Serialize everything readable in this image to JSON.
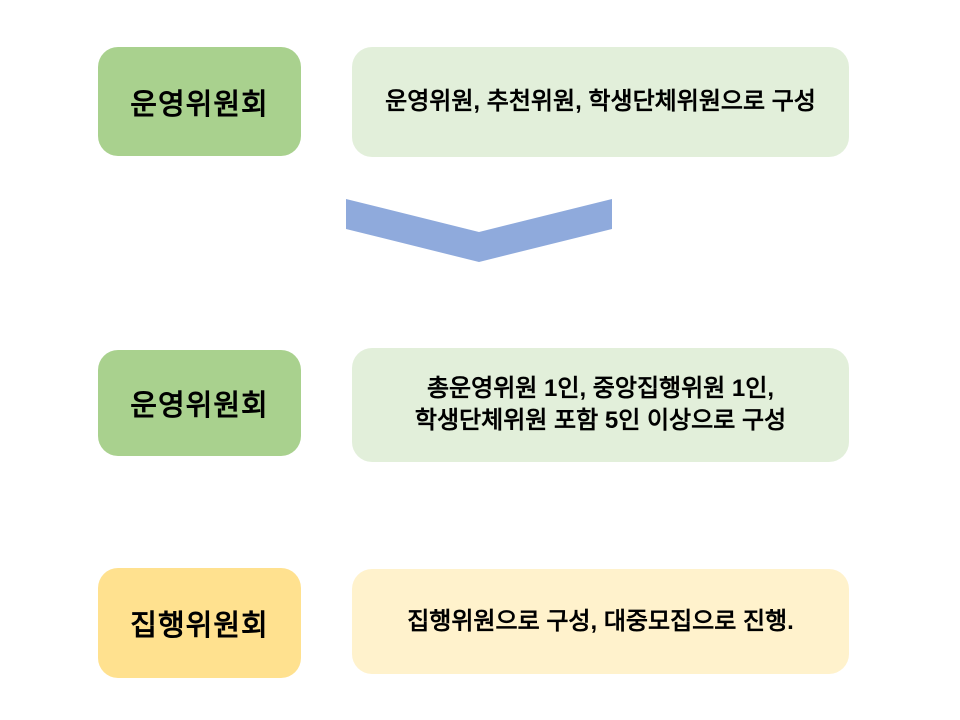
{
  "slide": {
    "background": "#ffffff",
    "text_color": "#000000"
  },
  "connector": {
    "icon": "chevron-down-icon",
    "color": "#8faadc"
  },
  "rows": [
    {
      "label": "운영위원회",
      "label_bg": "#a9d18e",
      "desc_bg": "#e2efda",
      "description": "운영위원, 추천위원, 학생단체위원으로 구성"
    },
    {
      "label": "운영위원회",
      "label_bg": "#a9d18e",
      "desc_bg": "#e2efda",
      "description": "총운영위원 1인, 중앙집행위원 1인,\n학생단체위원 포함 5인 이상으로 구성"
    },
    {
      "label": "집행위원회",
      "label_bg": "#ffe18f",
      "desc_bg": "#fff2cc",
      "description": "집행위원으로 구성, 대중모집으로 진행."
    }
  ]
}
